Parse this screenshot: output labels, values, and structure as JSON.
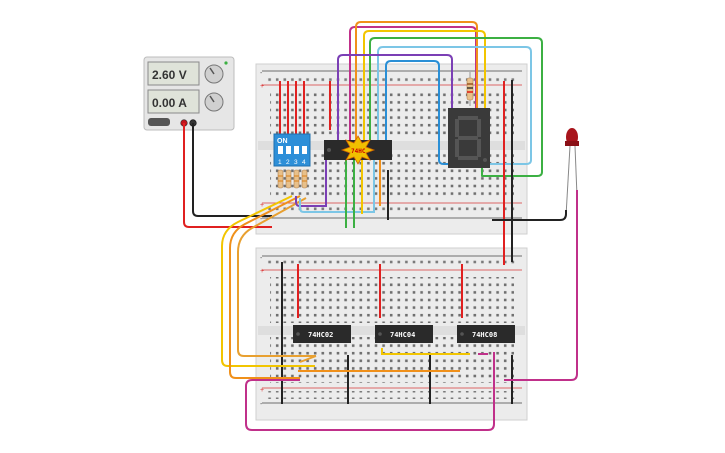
{
  "power_supply": {
    "voltage_readout": "2.60 V",
    "current_readout": "0.00 A"
  },
  "dip_switch": {
    "label": "ON",
    "positions": [
      "1",
      "2",
      "3",
      "4"
    ]
  },
  "chips": {
    "top_chip_label": "74HC",
    "nor_gate_label": "74HC02",
    "not_gate_label": "74HC04",
    "and_gate_label": "74HC08"
  },
  "colors": {
    "wire_red": "#e02020",
    "wire_black": "#222222",
    "wire_orange": "#f0901a",
    "wire_yellow": "#f2c500",
    "wire_green": "#3cb043",
    "wire_blue": "#2a8fd6",
    "wire_light_blue": "#7cc6e6",
    "wire_purple": "#7b3fb5",
    "wire_magenta": "#c0308a",
    "led_red": "#a8141c",
    "dip_blue": "#2d8fd8",
    "board_bg": "#ececec",
    "chip_black": "#2a2a2a",
    "display_dark": "#3a3a3a"
  }
}
